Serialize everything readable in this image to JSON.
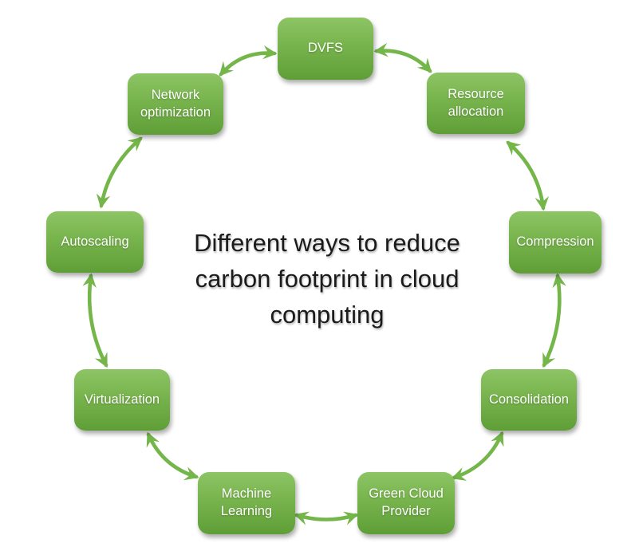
{
  "title": "Different ways to reduce\ncarbon footprint in cloud\ncomputing",
  "colors": {
    "background": "#ffffff",
    "node_top": "#8dc465",
    "node_mid": "#79b54e",
    "node_bottom": "#5f9e37",
    "arrow": "#74b649",
    "node_text": "#ffffff",
    "title_text": "#1b1b1b"
  },
  "nodes": [
    {
      "id": "dvfs",
      "label": "DVFS"
    },
    {
      "id": "resource-allocation",
      "label": "Resource\nallocation"
    },
    {
      "id": "compression",
      "label": "Compression"
    },
    {
      "id": "consolidation",
      "label": "Consolidation"
    },
    {
      "id": "green-cloud-provider",
      "label": "Green Cloud\nProvider"
    },
    {
      "id": "machine-learning",
      "label": "Machine\nLearning"
    },
    {
      "id": "virtualization",
      "label": "Virtualization"
    },
    {
      "id": "autoscaling",
      "label": "Autoscaling"
    },
    {
      "id": "network-optimization",
      "label": "Network\noptimization"
    }
  ],
  "connections": [
    {
      "from": "dvfs",
      "to": "resource-allocation",
      "bidirectional": true
    },
    {
      "from": "resource-allocation",
      "to": "compression",
      "bidirectional": true
    },
    {
      "from": "compression",
      "to": "consolidation",
      "bidirectional": true
    },
    {
      "from": "consolidation",
      "to": "green-cloud-provider",
      "bidirectional": true
    },
    {
      "from": "green-cloud-provider",
      "to": "machine-learning",
      "bidirectional": true
    },
    {
      "from": "machine-learning",
      "to": "virtualization",
      "bidirectional": true
    },
    {
      "from": "virtualization",
      "to": "autoscaling",
      "bidirectional": true
    },
    {
      "from": "autoscaling",
      "to": "network-optimization",
      "bidirectional": true
    },
    {
      "from": "network-optimization",
      "to": "dvfs",
      "bidirectional": true
    }
  ]
}
